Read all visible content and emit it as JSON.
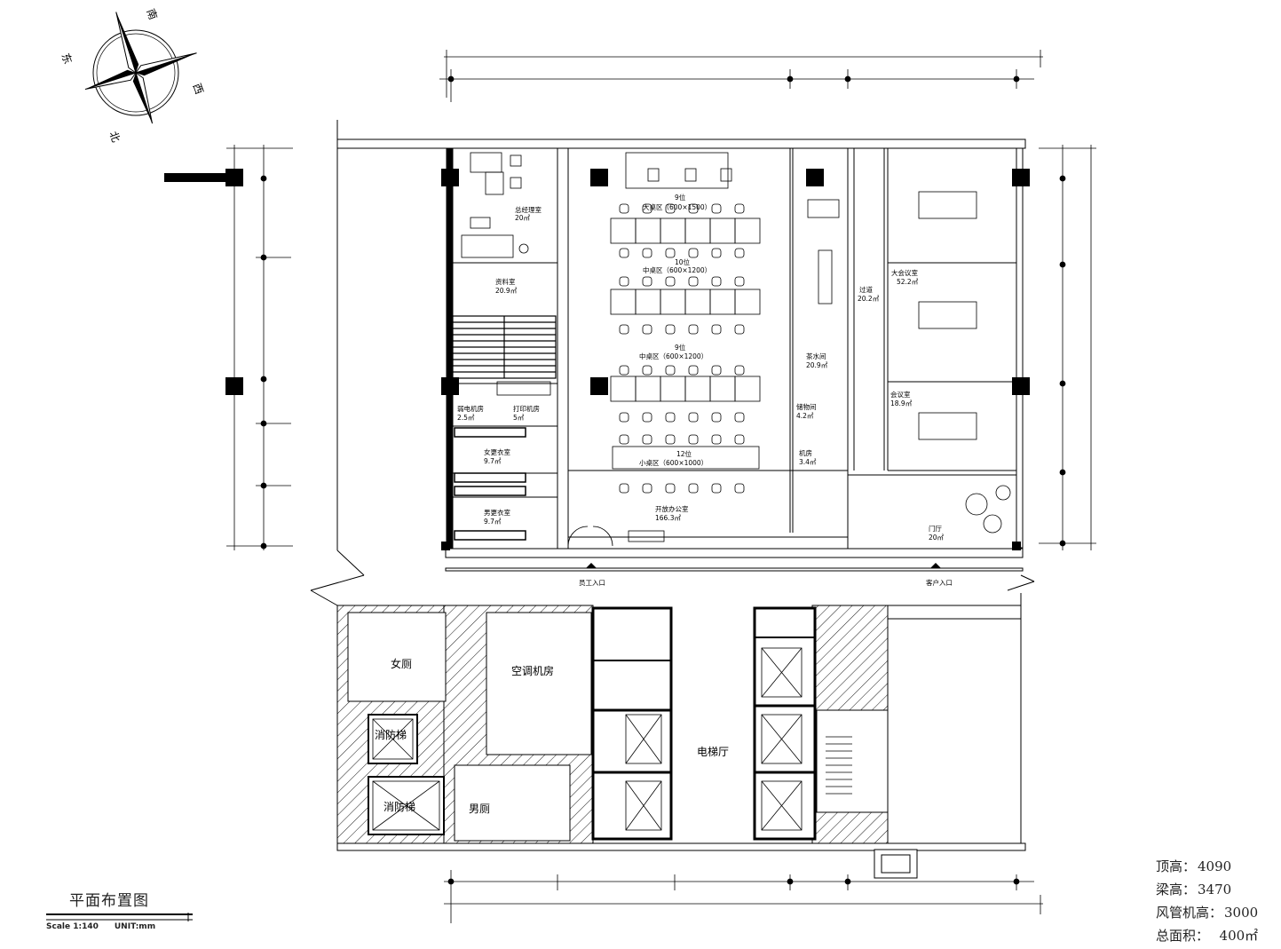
{
  "compass": {
    "south": "南",
    "north": "北",
    "east": "东",
    "west": "西"
  },
  "rooms": [
    {
      "id": "gm",
      "name": "总经理室",
      "area": "20㎡"
    },
    {
      "id": "files",
      "name": "资料室",
      "area": "20.9㎡"
    },
    {
      "id": "weak",
      "name": "弱电机房",
      "area": "2.5㎡"
    },
    {
      "id": "print",
      "name": "打印机房",
      "area": "5㎡"
    },
    {
      "id": "womenchange",
      "name": "女更衣室",
      "area": "9.7㎡"
    },
    {
      "id": "menchange",
      "name": "男更衣室",
      "area": "9.7㎡"
    },
    {
      "id": "big",
      "name": "9位",
      "area": "大桌区（600×1500）"
    },
    {
      "id": "mid1",
      "name": "10位",
      "area": "中桌区（600×1200）"
    },
    {
      "id": "mid2",
      "name": "9位",
      "area": "中桌区（600×1200）"
    },
    {
      "id": "small",
      "name": "12位",
      "area": "小桌区（600×1000）"
    },
    {
      "id": "open",
      "name": "开放办公室",
      "area": "166.3㎡"
    },
    {
      "id": "tea",
      "name": "茶水间",
      "area": "20.9㎡"
    },
    {
      "id": "storage",
      "name": "储物间",
      "area": "4.2㎡"
    },
    {
      "id": "server",
      "name": "机房",
      "area": "3.4㎡"
    },
    {
      "id": "corridor",
      "name": "过道",
      "area": "20.2㎡"
    },
    {
      "id": "bigmeet",
      "name": "大会议室",
      "area": "52.2㎡"
    },
    {
      "id": "meet",
      "name": "会议室",
      "area": "18.9㎡"
    },
    {
      "id": "lobby",
      "name": "门厅",
      "area": "20㎡"
    }
  ],
  "entrances": {
    "staff": "员工入口",
    "client": "客户入口"
  },
  "core": {
    "women_wc": "女厕",
    "men_wc": "男厕",
    "ac_room": "空调机房",
    "elevator_hall": "电梯厅",
    "fire_elevator": "消防梯",
    "fire_stair": "消防梯"
  },
  "title": "平面布置图",
  "scale": {
    "ratio": "Scale 1:140",
    "unit": "UNIT:mm"
  },
  "info": [
    {
      "label": "顶高：",
      "value": "4090"
    },
    {
      "label": "梁高：",
      "value": "3470"
    },
    {
      "label": "风管机高：",
      "value": "3000"
    },
    {
      "label": "总面积：",
      "value": "  400㎡"
    }
  ]
}
